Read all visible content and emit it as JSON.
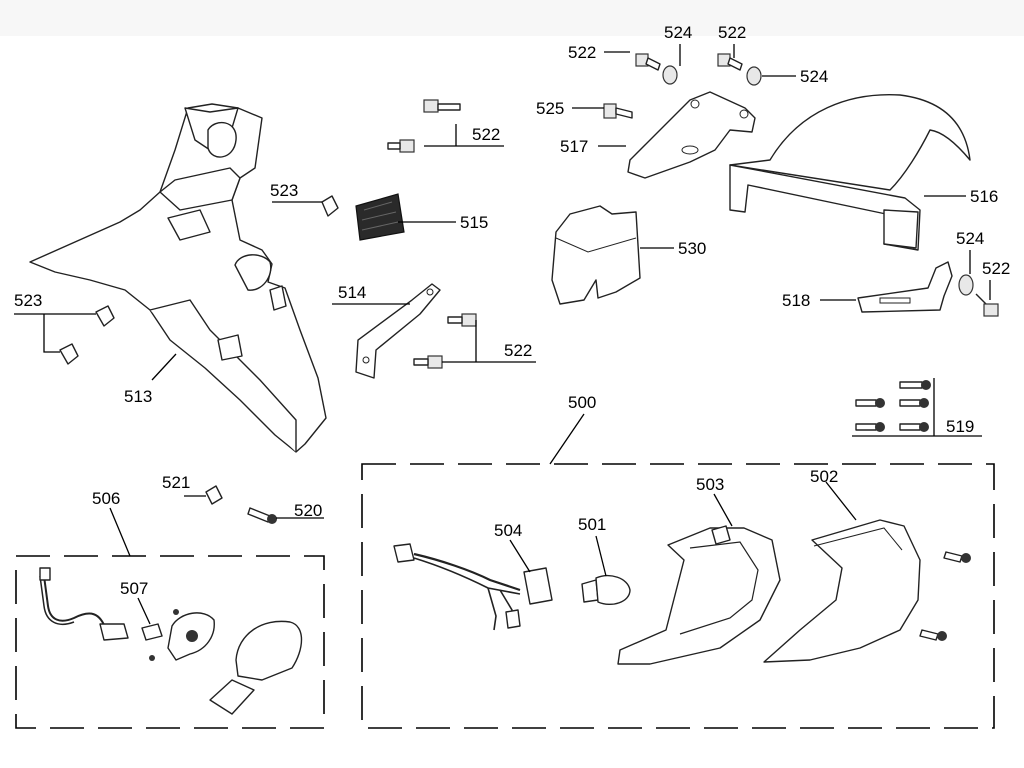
{
  "callouts": {
    "c500": "500",
    "c501": "501",
    "c502": "502",
    "c503": "503",
    "c504": "504",
    "c506": "506",
    "c507": "507",
    "c513": "513",
    "c514": "514",
    "c515": "515",
    "c516": "516",
    "c517": "517",
    "c518": "518",
    "c519": "519",
    "c520": "520",
    "c521": "521",
    "c522": "522",
    "c523": "523",
    "c524": "524",
    "c525": "525",
    "c530": "530"
  }
}
